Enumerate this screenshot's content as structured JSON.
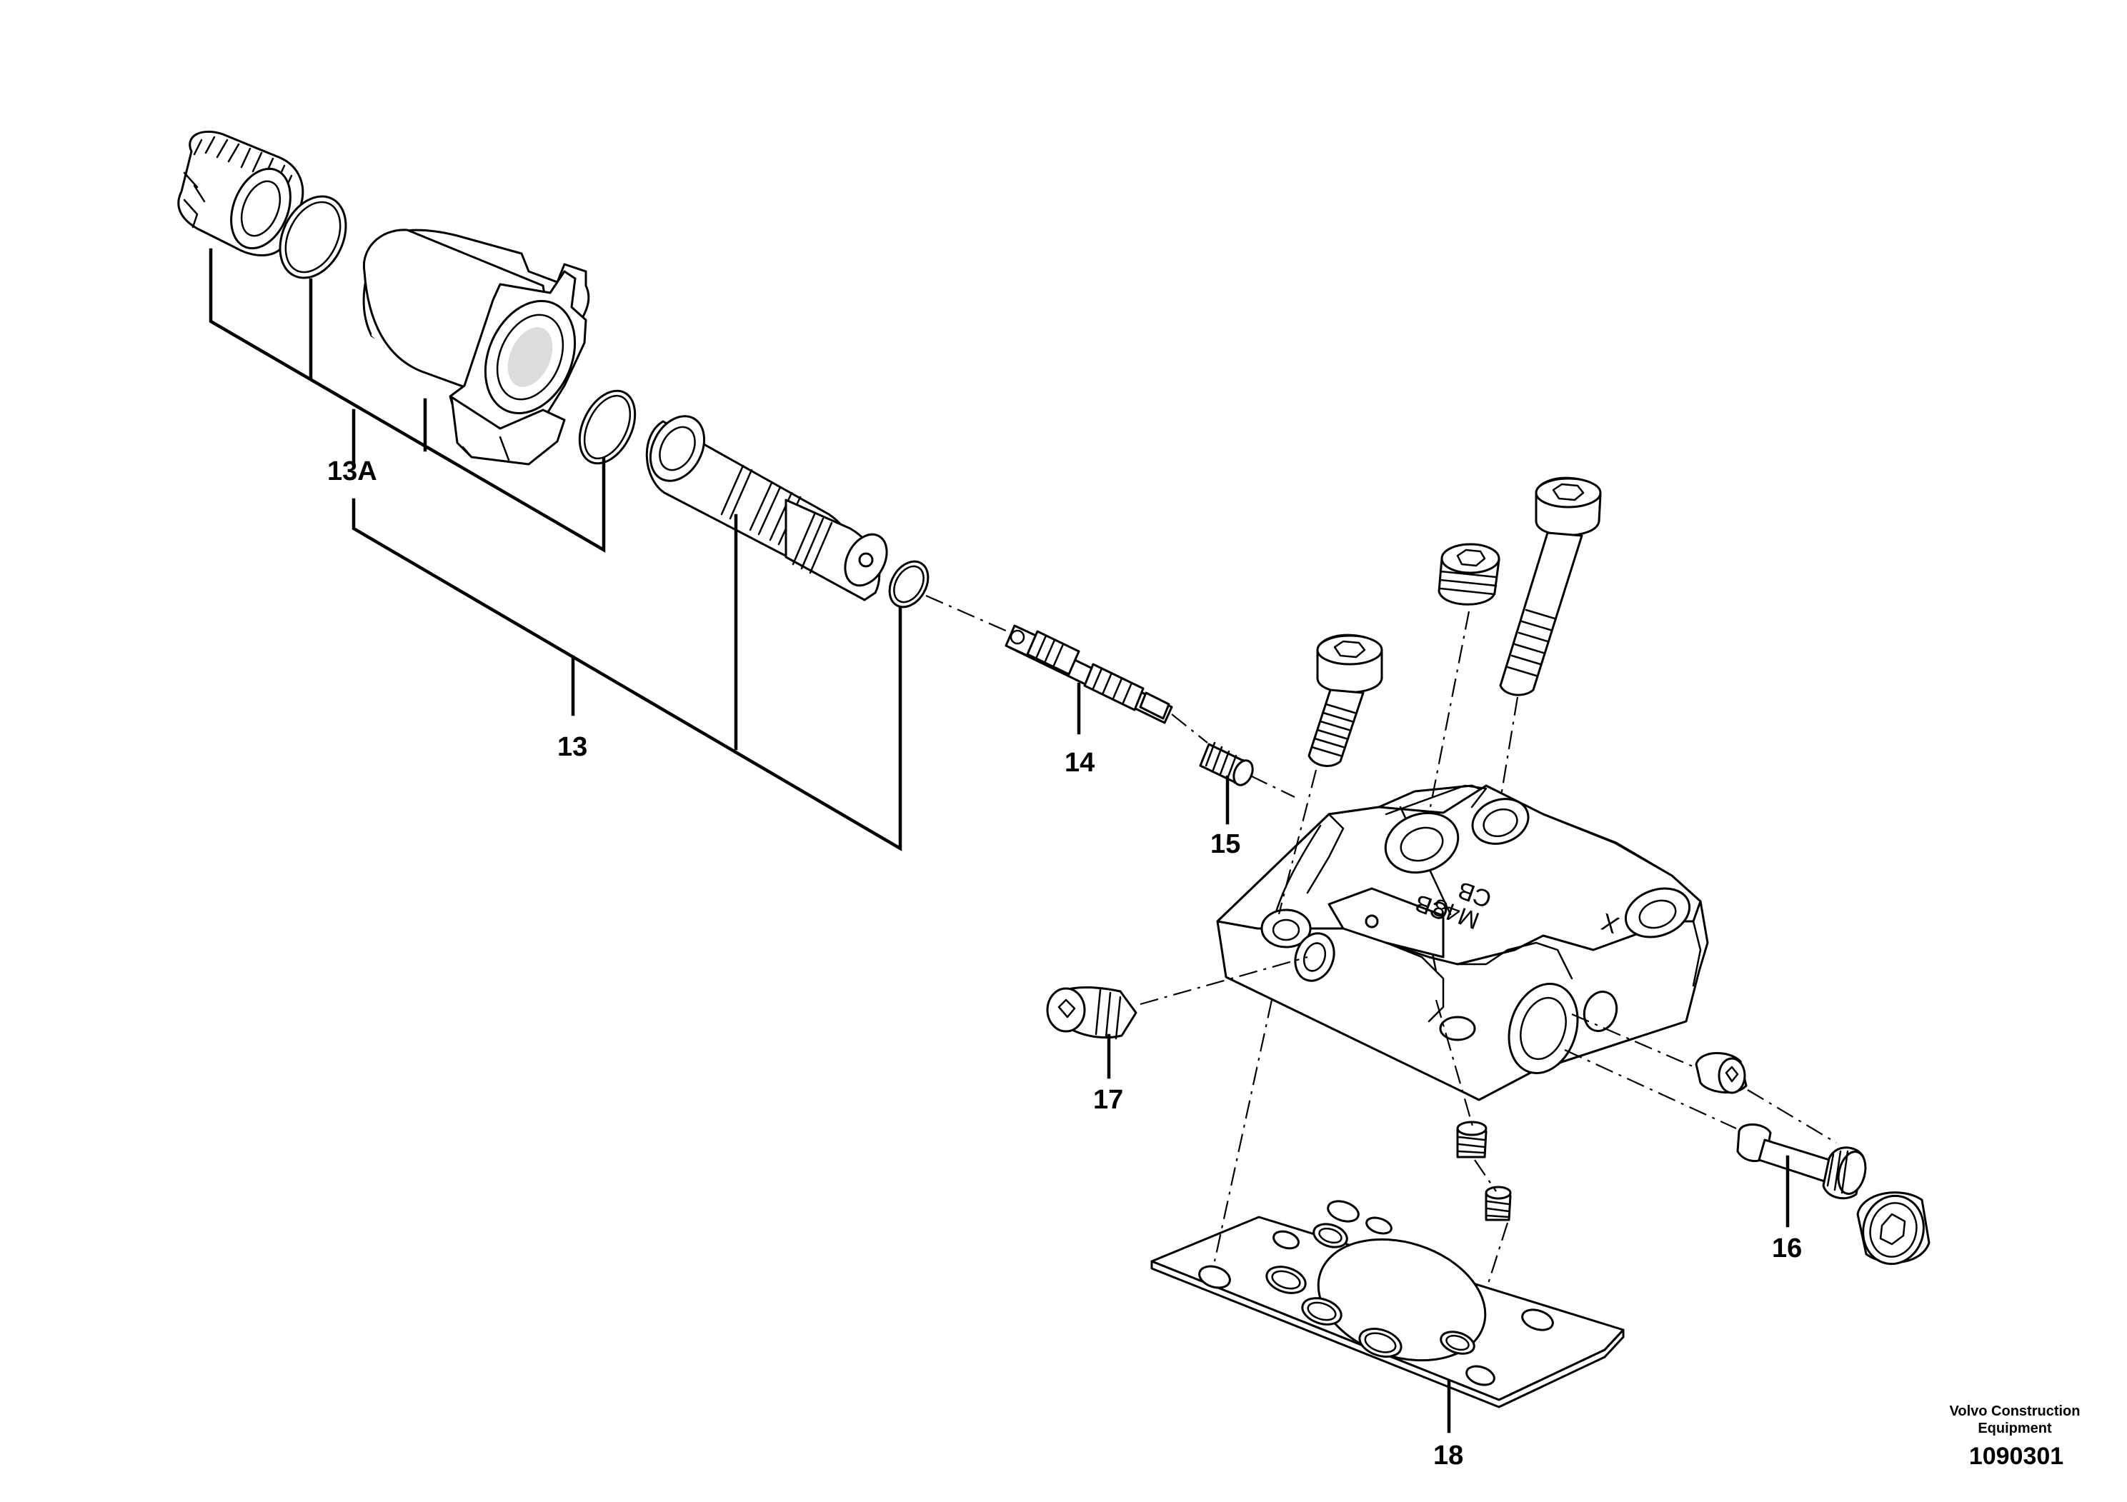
{
  "callouts": {
    "c13a": "13A",
    "c13": "13",
    "c14": "14",
    "c15": "15",
    "c16": "16",
    "c17": "17",
    "c18": "18"
  },
  "housing_stamp": {
    "line1": "CB",
    "line2": "M48",
    "line3": "CB",
    "mark": "X"
  },
  "footer": {
    "brand_line1": "Volvo Construction",
    "brand_line2": "Equipment",
    "doc_number": "1090301"
  }
}
